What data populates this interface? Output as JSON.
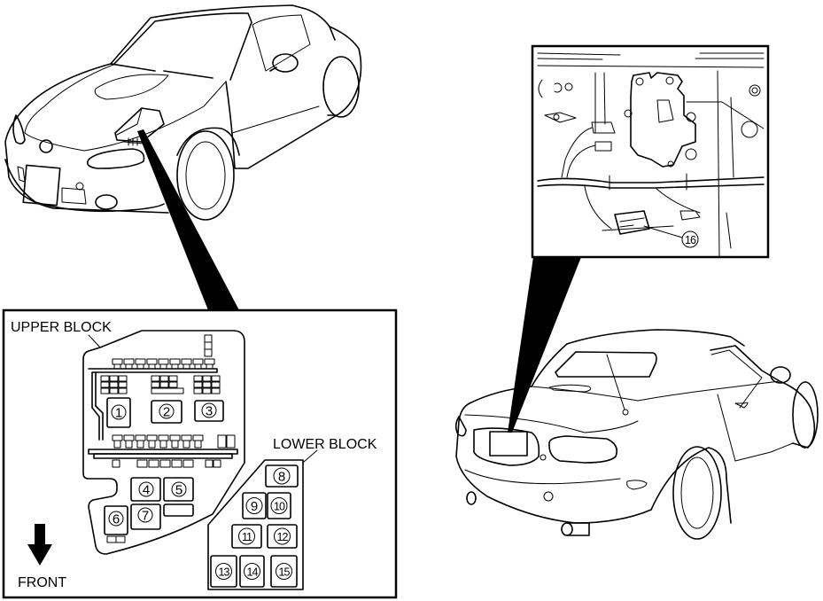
{
  "labels": {
    "upper_block": "UPPER BLOCK",
    "lower_block": "LOWER BLOCK",
    "front": "FRONT"
  },
  "callouts": [
    "1",
    "2",
    "3",
    "4",
    "5",
    "6",
    "7",
    "8",
    "9",
    "10",
    "11",
    "12",
    "13",
    "14",
    "15",
    "16"
  ],
  "icons": {
    "front_arrow": "arrow-down-icon",
    "front_car": "car-front-view",
    "rear_car": "car-rear-view",
    "trunk_detail": "trunk-latch-connector-detail"
  }
}
